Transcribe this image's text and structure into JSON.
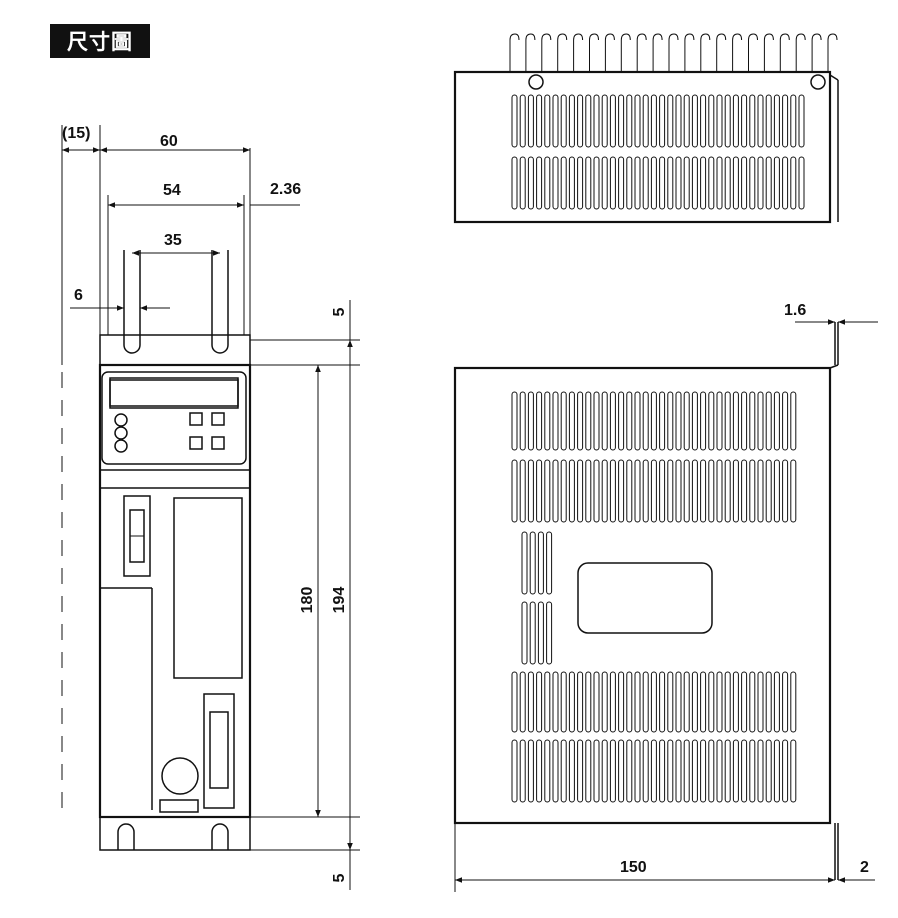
{
  "title": "尺寸圖",
  "front_view": {
    "width_overall": "60",
    "side_offset": "(15)",
    "mount_width": "54",
    "edge_offset": "2.36",
    "slot_spacing": "35",
    "slot_width": "6",
    "height_inner": "180",
    "height_overall": "194",
    "tab_top": "5",
    "tab_bottom": "5"
  },
  "side_view": {
    "depth": "150",
    "rail_thickness_top": "1.6",
    "rail_thickness_bottom": "2"
  },
  "colors": {
    "ink": "#111111",
    "paper": "#ffffff"
  }
}
